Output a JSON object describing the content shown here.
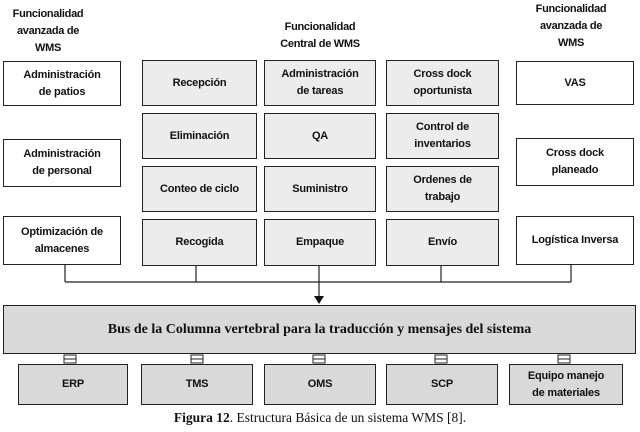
{
  "headers": {
    "left": [
      "Funcionalidad",
      "avanzada de",
      "WMS"
    ],
    "center": [
      "Funcionalidad",
      "Central de WMS"
    ],
    "right": [
      "Funcionalidad",
      "avanzada de",
      "WMS"
    ]
  },
  "left_column": [
    [
      "Administración",
      "de patios"
    ],
    [
      "Administración",
      "de personal"
    ],
    [
      "Optimización de",
      "almacenes"
    ]
  ],
  "central_grid": [
    [
      [
        "Recepción"
      ],
      [
        "Administración",
        "de tareas"
      ],
      [
        "Cross dock",
        "oportunista"
      ]
    ],
    [
      [
        "Eliminación"
      ],
      [
        "QA"
      ],
      [
        "Control de",
        "inventarios"
      ]
    ],
    [
      [
        "Conteo de ciclo"
      ],
      [
        "Suministro"
      ],
      [
        "Ordenes de",
        "trabajo"
      ]
    ],
    [
      [
        "Recogida"
      ],
      [
        "Empaque"
      ],
      [
        "Envío"
      ]
    ]
  ],
  "right_column": [
    [
      "VAS"
    ],
    [
      "Cross dock",
      "planeado"
    ],
    [
      "Logística Inversa"
    ]
  ],
  "bus": "Bus de la Columna vertebral para la traducción y mensajes del sistema",
  "external_systems": [
    [
      "ERP"
    ],
    [
      "TMS"
    ],
    [
      "OMS"
    ],
    [
      "SCP"
    ],
    [
      "Equipo manejo",
      "de materiales"
    ]
  ],
  "caption": {
    "label": "Figura 12",
    "text": ". Estructura Básica de un sistema WMS [8]."
  }
}
